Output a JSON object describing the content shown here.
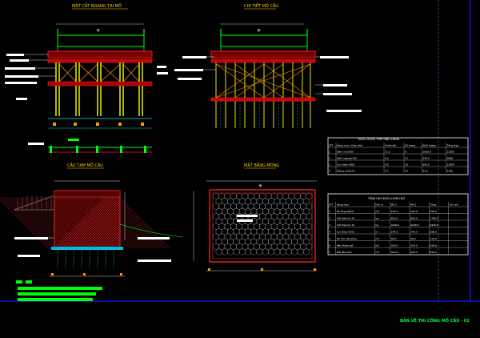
{
  "drawing": {
    "view_titles": {
      "front": "MẶT CẮT NGANG TẠI MỐ",
      "side": "CHI TIẾT MỐ CẦU",
      "plan_left": "CẦU TẠM MỐ CẦU",
      "plan_right": "MẶT BẰNG MÓNG"
    },
    "table_top": {
      "title": "KHỐI LƯỢNG THÉP HÌNH CHÍNH",
      "headers": [
        "STT",
        "Hạng mục / Quy cách",
        "Chiều dài",
        "Số lượng",
        "Khối lượng",
        "Tổng (kg)"
      ],
      "rows": [
        [
          "1",
          "Dầm chủ I600",
          "12.0",
          "8",
          "1650.0",
          "13200"
        ],
        [
          "2",
          "Dầm ngang I300",
          "6.0",
          "12",
          "240.5",
          "2886"
        ],
        [
          "3",
          "Cọc thép H300",
          "9.0",
          "16",
          "850.0",
          "13600"
        ],
        [
          "4",
          "Giằng L100x10",
          "3.5",
          "24",
          "52.5",
          "1260"
        ]
      ]
    },
    "table_bottom": {
      "title": "TỔNG HỢP KHỐI LƯỢNG MỐ",
      "headers": [
        "STT",
        "Hạng mục",
        "Đơn vị",
        "Mố 1",
        "Mố 2",
        "Tổng",
        "Ghi chú"
      ],
      "rows": [
        [
          "1",
          "Bê tông M250",
          "m3",
          "125.0",
          "125.0",
          "250.0",
          ""
        ],
        [
          "2",
          "Cốt thép D<10",
          "kg",
          "850.0",
          "850.0",
          "1700.0",
          ""
        ],
        [
          "3",
          "Cốt thép D>10",
          "kg",
          "4200.0",
          "4200.0",
          "8400.0",
          ""
        ],
        [
          "4",
          "Cọc thép H300",
          "m",
          "144.0",
          "144.0",
          "288.0",
          ""
        ],
        [
          "5",
          "Đá hộc xếp khan",
          "m3",
          "56.0",
          "56.0",
          "112.0",
          ""
        ],
        [
          "6",
          "Ván khuôn gỗ",
          "m2",
          "310.0",
          "310.0",
          "620.0",
          ""
        ],
        [
          "7",
          "Đất đắp K95",
          "m3",
          "420.0",
          "420.0",
          "840.0",
          ""
        ]
      ]
    },
    "stamp": "BẢN VẼ THI CÔNG MỐ CẦU - 02"
  },
  "colors": {
    "background": "#000000",
    "frame": "#1a1aff",
    "beam": "#ff2a2a",
    "pile": "#ffff00",
    "brace": "#ff9900",
    "deck": "#00ff00",
    "dim": "#00e5ff",
    "hatch": "#ff3030",
    "table": "#ffffff"
  }
}
